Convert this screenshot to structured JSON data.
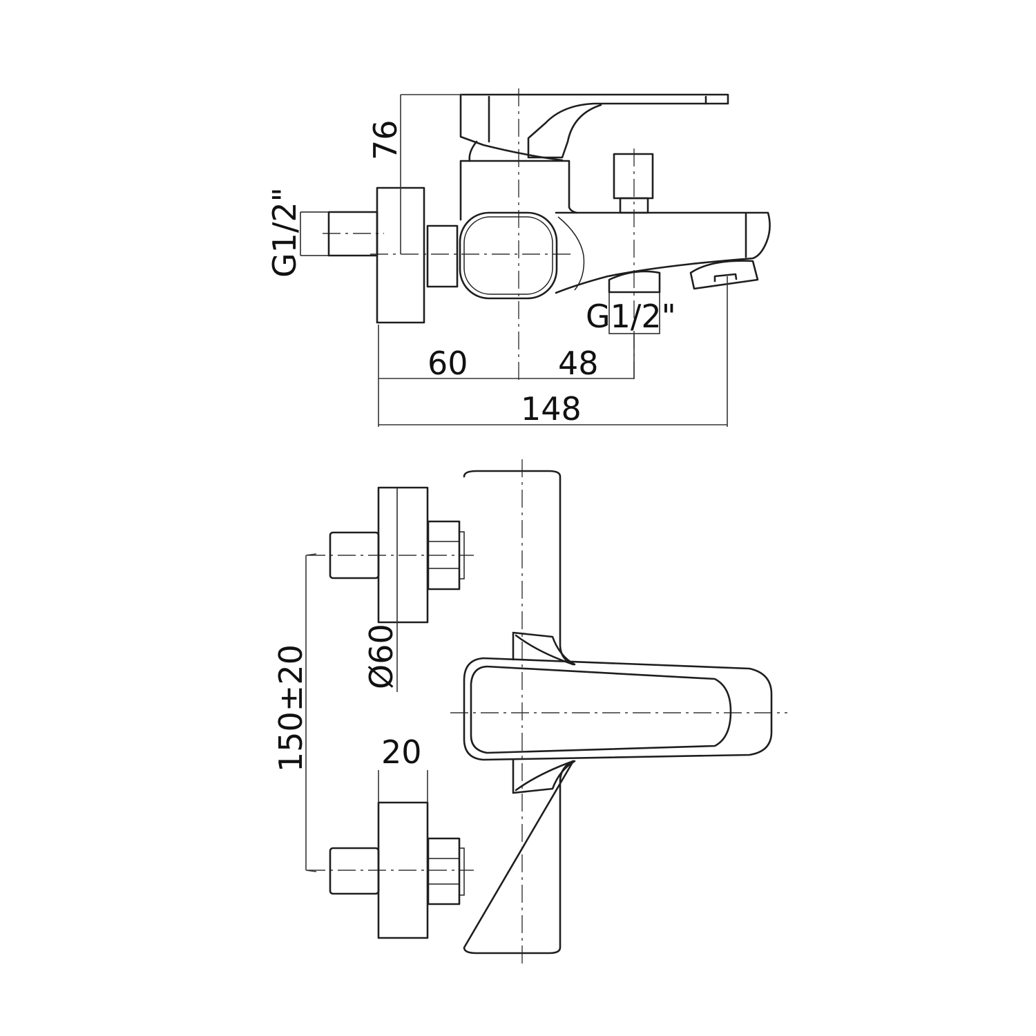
{
  "side_view": {
    "height_dim": "76",
    "inlet_thread": "G1/2\"",
    "outlet_thread": "G1/2\"",
    "dim_wall_to_axis": "60",
    "dim_axis_to_outlet": "48",
    "dim_total_depth": "148"
  },
  "front_view": {
    "centers_dim": "150±20",
    "flange_diameter": "Ø60",
    "flange_depth": "20"
  },
  "colors": {
    "line": "#1e1e1e",
    "background": "#ffffff"
  }
}
